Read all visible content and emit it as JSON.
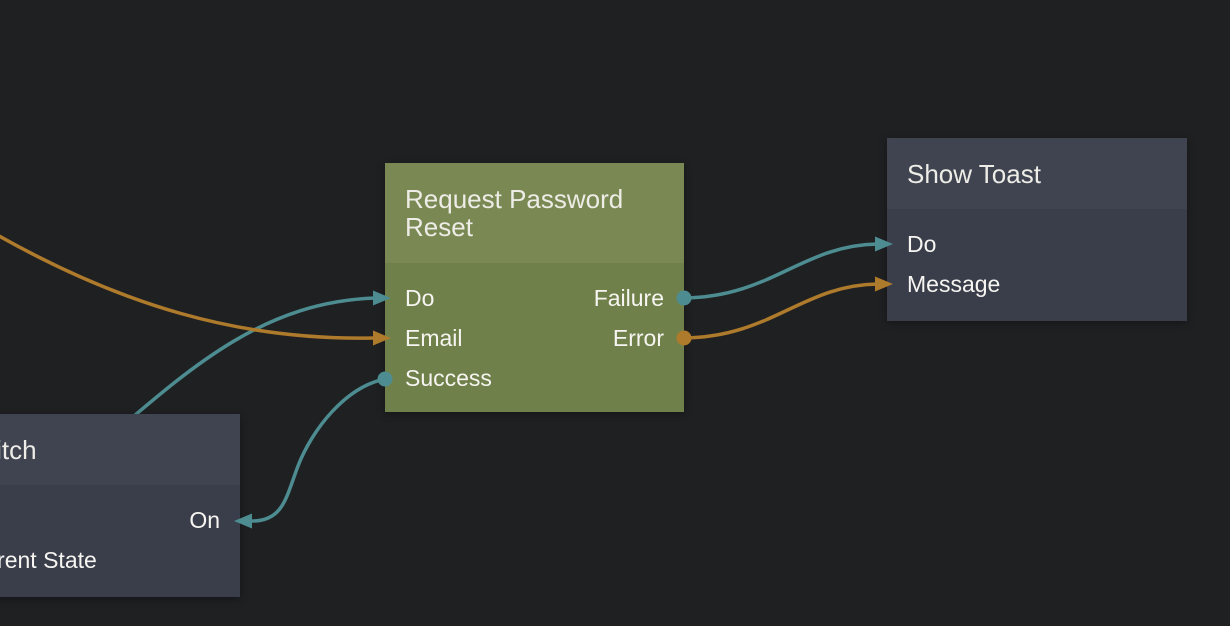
{
  "canvas": {
    "type": "node-graph-editor"
  },
  "colors": {
    "background": "#1f2022",
    "signal_wire": "#4d8c90",
    "data_wire": "#ae7a2b",
    "green_node_header": "#7a8953",
    "green_node_body": "#70804a",
    "dark_node_header": "#3f4450",
    "dark_node_body": "#3a3e4a"
  },
  "nodes": {
    "request_password_reset": {
      "title": "Request Password Reset",
      "inputs": [
        {
          "label": "Do",
          "connector": "arrow",
          "type": "signal"
        },
        {
          "label": "Email",
          "connector": "arrow",
          "type": "data"
        },
        {
          "label": "Success",
          "connector": "circle",
          "type": "signal"
        }
      ],
      "outputs": [
        {
          "label": "Failure",
          "connector": "circle",
          "type": "signal"
        },
        {
          "label": "Error",
          "connector": "circle",
          "type": "data"
        }
      ]
    },
    "show_toast": {
      "title": "Show Toast",
      "inputs": [
        {
          "label": "Do",
          "connector": "arrow",
          "type": "signal"
        },
        {
          "label": "Message",
          "connector": "arrow",
          "type": "data"
        }
      ]
    },
    "switch": {
      "title": "Switch",
      "inputs": [
        {
          "label": "On",
          "connector": "arrow",
          "type": "signal"
        }
      ],
      "outputs": [
        {
          "label": "Current State"
        }
      ]
    }
  },
  "connections": [
    {
      "from": "offscreen-left",
      "to": "request_password_reset.Do",
      "type": "signal"
    },
    {
      "from": "offscreen-left",
      "to": "request_password_reset.Email",
      "type": "data"
    },
    {
      "from": "request_password_reset.Failure",
      "to": "show_toast.Do",
      "type": "signal"
    },
    {
      "from": "request_password_reset.Error",
      "to": "show_toast.Message",
      "type": "data"
    },
    {
      "from": "request_password_reset.Success",
      "to": "switch.On",
      "type": "signal"
    }
  ]
}
